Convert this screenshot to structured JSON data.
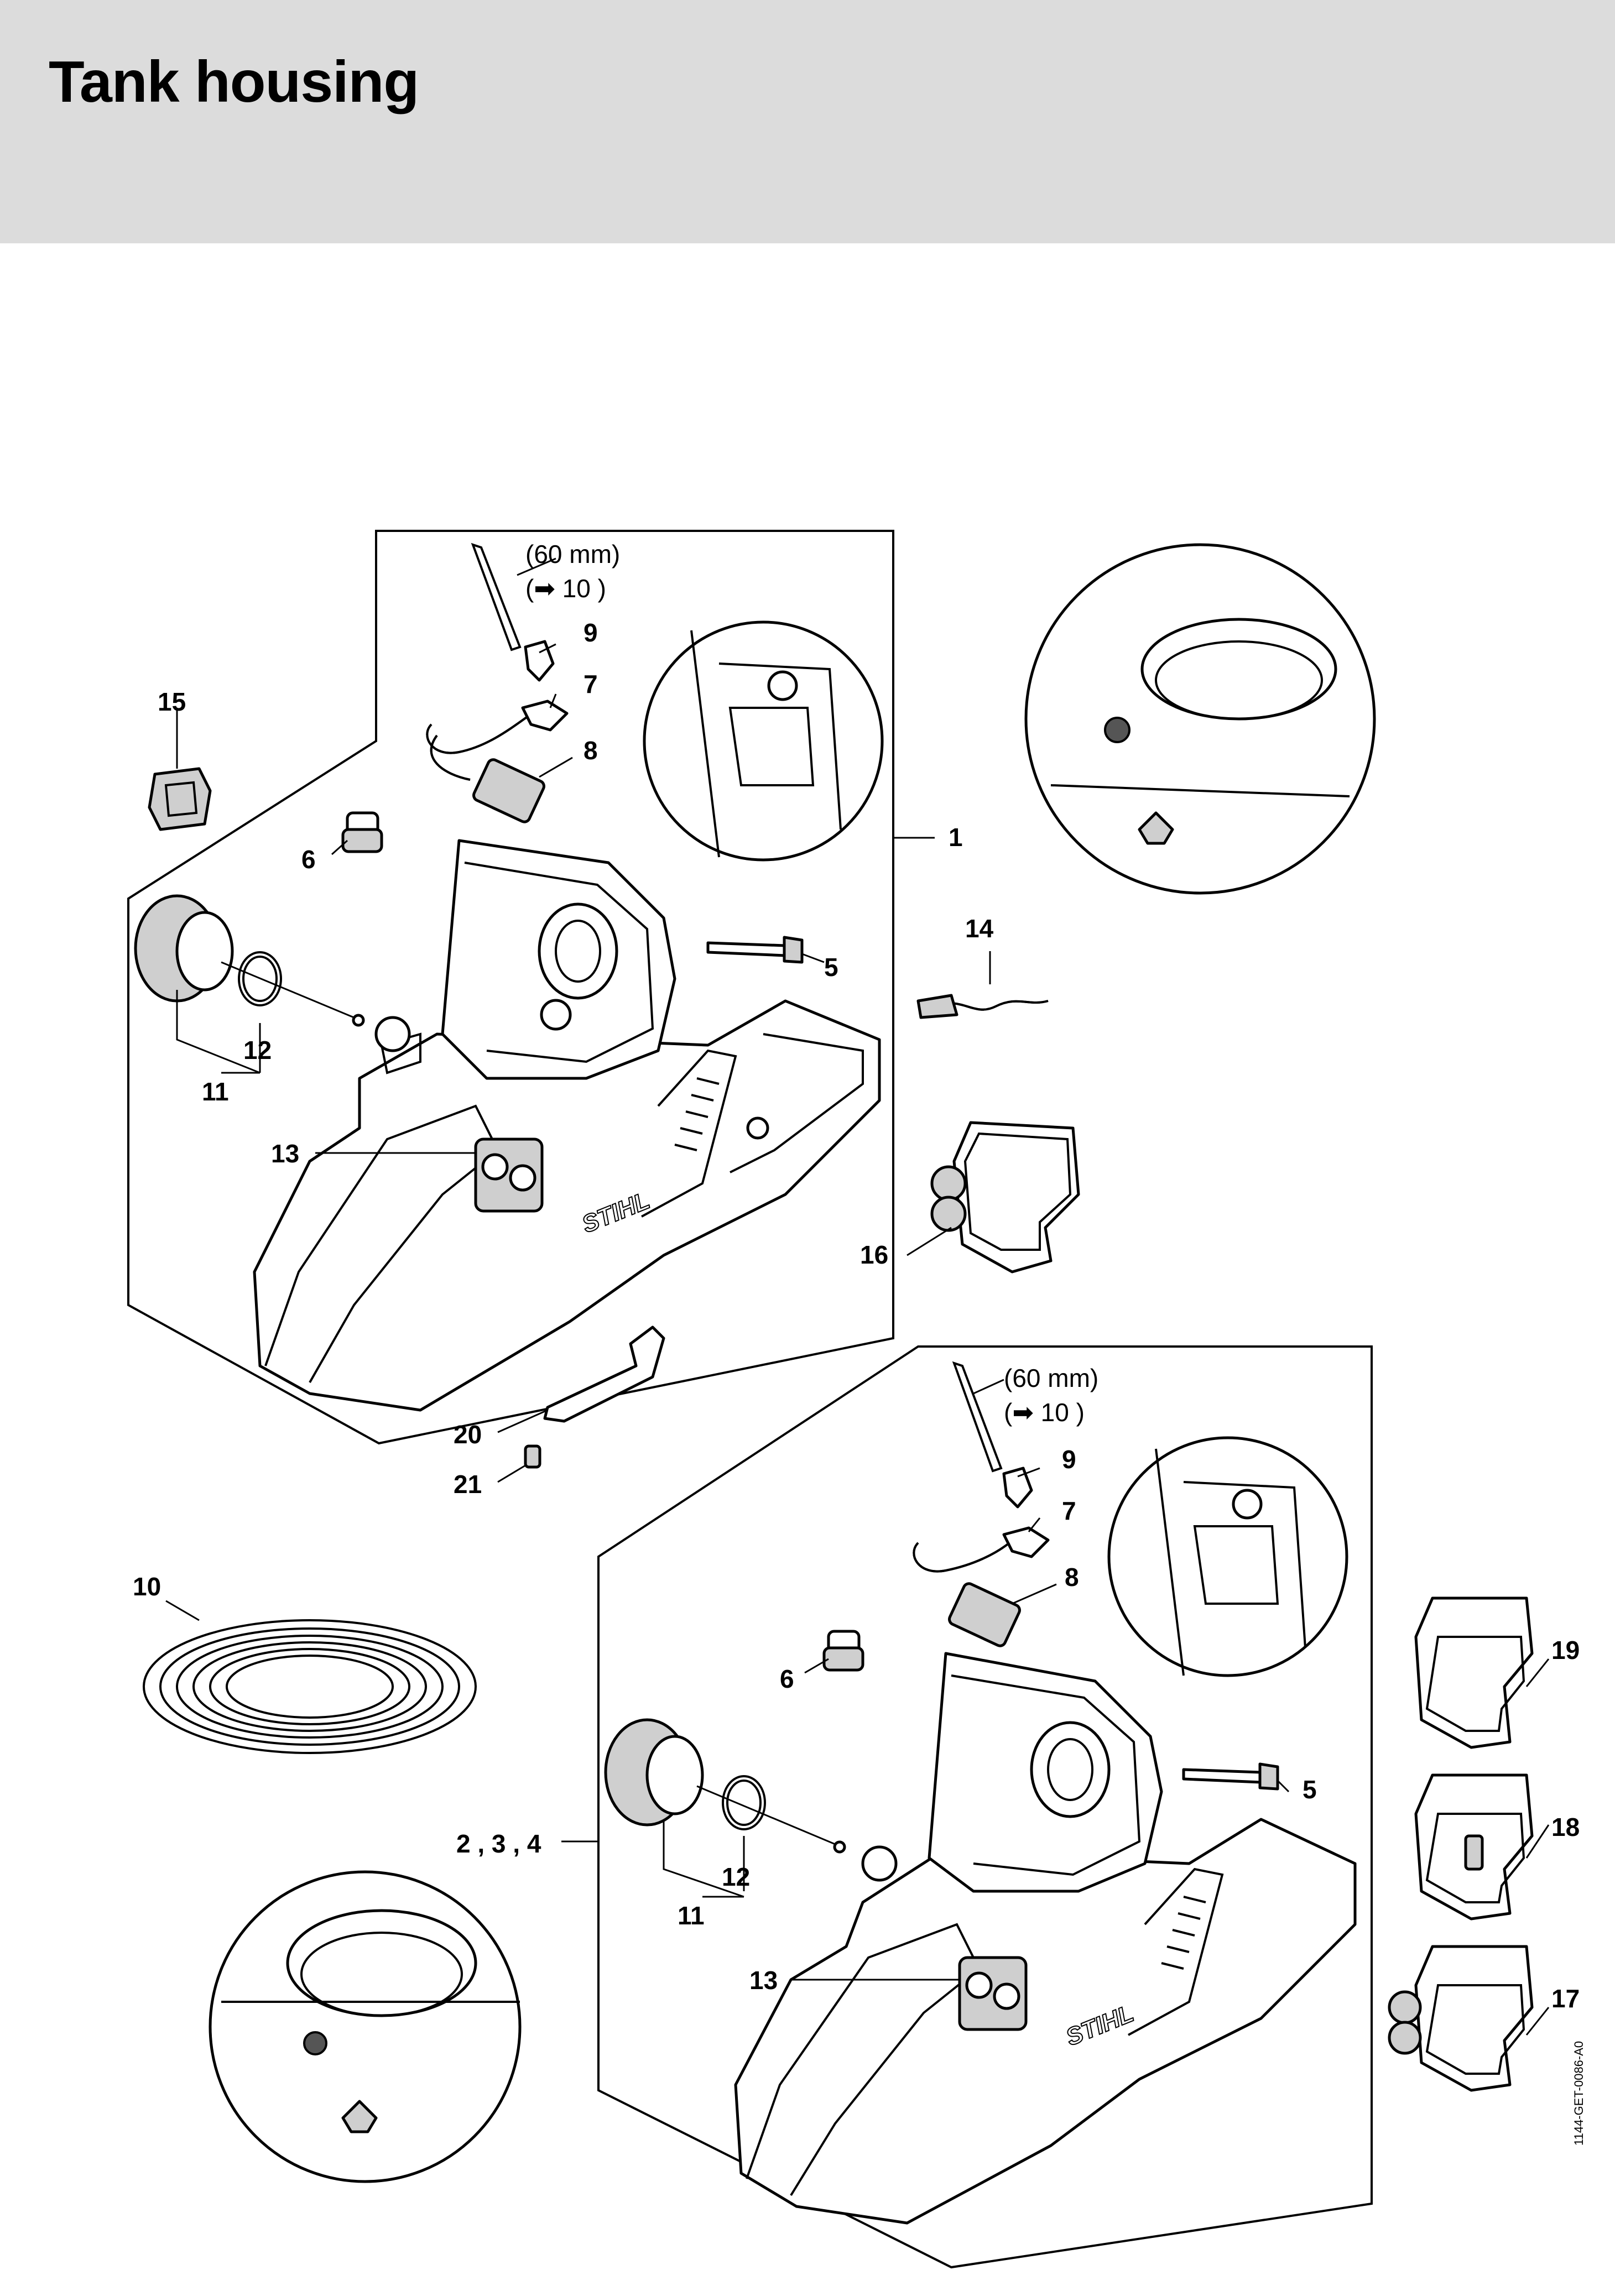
{
  "header": {
    "title": "Tank housing",
    "background": "#dcdcdc"
  },
  "doc_ref": "1144-GET-0086-A0",
  "notes": {
    "top_length": "(60 mm)",
    "top_ref": "(➡ 10 )",
    "bottom_length": "(60 mm)",
    "bottom_ref": "(➡ 10 )"
  },
  "callouts": {
    "p1": "1",
    "p234": "2 , 3 , 4",
    "p5a": "5",
    "p5b": "5",
    "p6a": "6",
    "p6b": "6",
    "p7a": "7",
    "p7b": "7",
    "p8a": "8",
    "p8b": "8",
    "p9a": "9",
    "p9b": "9",
    "p10": "10",
    "p11a": "11",
    "p11b": "11",
    "p12a": "12",
    "p12b": "12",
    "p13a": "13",
    "p13b": "13",
    "p14": "14",
    "p15": "15",
    "p16": "16",
    "p17": "17",
    "p18": "18",
    "p19": "19",
    "p20": "20",
    "p21": "21"
  },
  "brand_mark": "STIHL",
  "icons": [
    "fuel-drop-icon",
    "warning-pictogram-icon"
  ]
}
